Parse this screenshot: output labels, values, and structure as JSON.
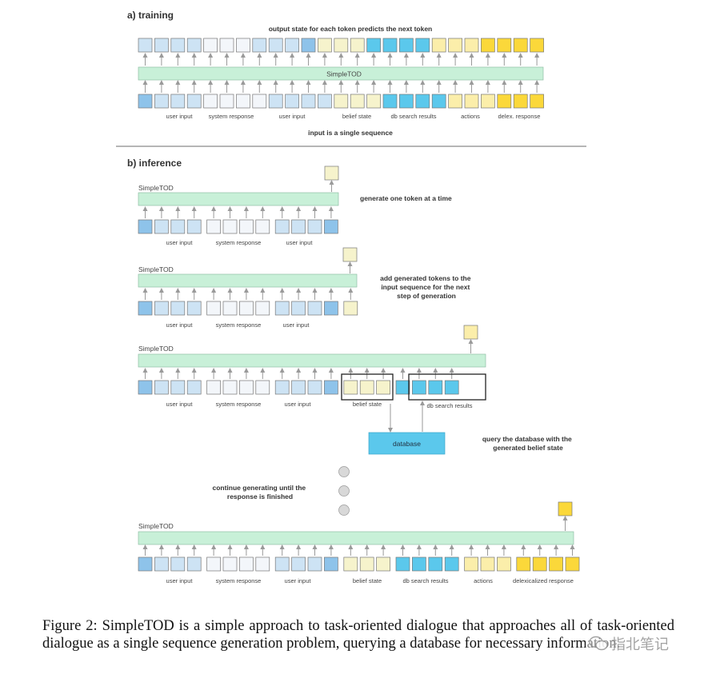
{
  "training": {
    "title": "a) training",
    "top_note": "output state for each token predicts the next token",
    "model": "SimpleTOD",
    "labels": [
      "user input",
      "system response",
      "user input",
      "belief state",
      "db search results",
      "actions",
      "delex. response"
    ],
    "bottom_note": "input is a single sequence"
  },
  "inference": {
    "title": "b) inference",
    "model": "SimpleTOD",
    "stages": [
      {
        "labels": [
          "user input",
          "system response",
          "user input"
        ],
        "note": "generate one token at a time"
      },
      {
        "labels": [
          "user input",
          "system response",
          "user input"
        ],
        "note": "add generated tokens to the input sequence for the next step of generation"
      },
      {
        "labels": [
          "user input",
          "system response",
          "user input",
          "belief state",
          "db search results"
        ]
      },
      {
        "labels": [
          "user input",
          "system response",
          "user input",
          "belief state",
          "db search results",
          "actions",
          "delexicalized response"
        ]
      }
    ],
    "database_label": "database",
    "query_note": "query the database with the generated belief state",
    "continue_note": "continue generating until the response is finished"
  },
  "caption": "Figure 2: SimpleTOD is a simple approach to task-oriented dialogue that approaches all of task-oriented dialogue as a single sequence generation problem, querying a database for necessary information.",
  "watermark": "指北笔记",
  "colors": {
    "user_first": "#8ec3ea",
    "user": "#cde3f4",
    "system": "#f3f6fa",
    "belief": "#f6f3cc",
    "db": "#5bc8ec",
    "actions": "#fbeeaa",
    "delex": "#fbd83a",
    "model_bar": "#c8f0d8",
    "database_box": "#5bc8ec"
  }
}
